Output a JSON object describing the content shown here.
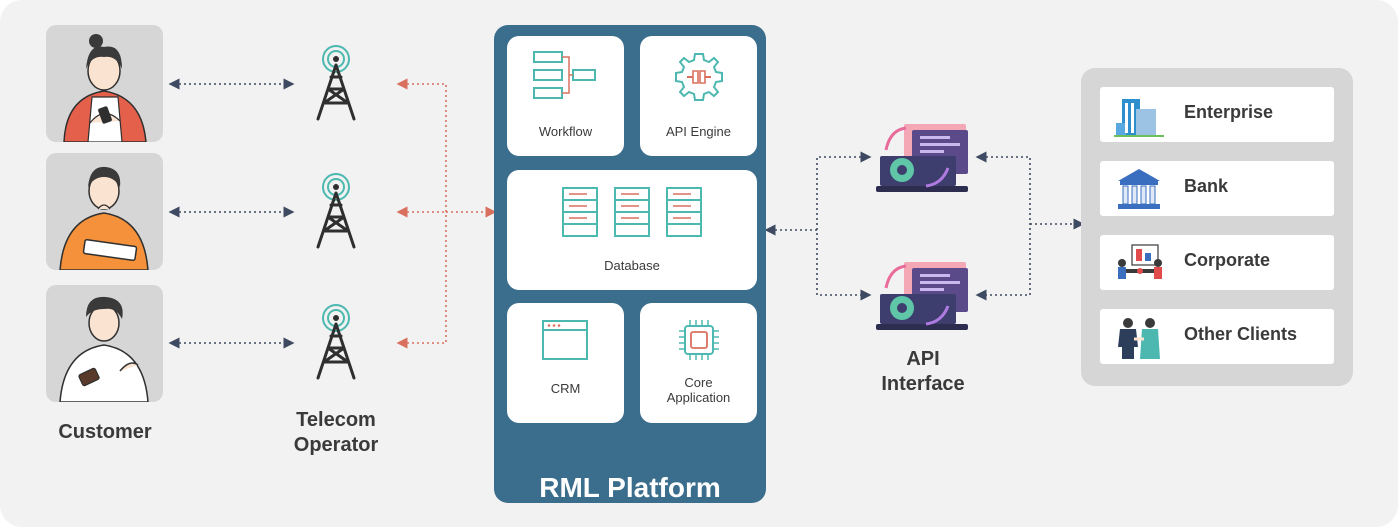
{
  "customer": {
    "label": "Customer"
  },
  "telecom": {
    "label_line1": "Telecom",
    "label_line2": "Operator"
  },
  "platform": {
    "title": "RML Platform",
    "modules": {
      "workflow": "Workflow",
      "api_engine": "API Engine",
      "database": "Database",
      "crm": "CRM",
      "core_line1": "Core",
      "core_line2": "Application"
    }
  },
  "api": {
    "label_line1": "API",
    "label_line2": "Interface"
  },
  "clients": [
    "Enterprise",
    "Bank",
    "Corporate",
    "Other Clients"
  ],
  "colors": {
    "platform": "#3b6d8d",
    "teal_icon": "#4cb8b0",
    "arrow_dark": "#3e4a61",
    "arrow_red": "#d9705e",
    "panel_gray": "#d6d6d6",
    "background": "#f2f2f2"
  },
  "icons": {
    "customers": [
      "woman-phone-icon",
      "man-tablet-icon",
      "man-phone-icon"
    ],
    "towers": [
      "telecom-tower-icon",
      "telecom-tower-icon",
      "telecom-tower-icon"
    ],
    "clients": [
      "skyscraper-icon",
      "bank-building-icon",
      "meeting-presentation-icon",
      "handshake-people-icon"
    ]
  }
}
